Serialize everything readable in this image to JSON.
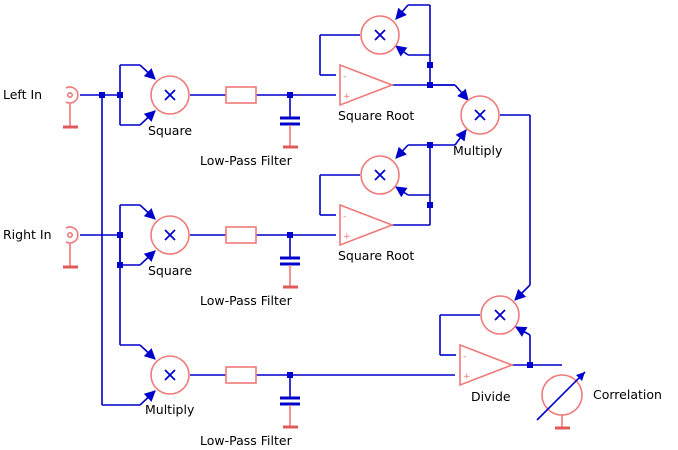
{
  "labels": {
    "left_in": "Left In",
    "right_in": "Right In",
    "square_1": "Square",
    "square_2": "Square",
    "multiply_1": "Multiply",
    "multiply_2": "Multiply",
    "lpf_1": "Low-Pass Filter",
    "lpf_2": "Low-Pass Filter",
    "lpf_3": "Low-Pass Filter",
    "sqrt_1": "Square Root",
    "sqrt_2": "Square Root",
    "divide": "Divide",
    "correlation": "Correlation"
  },
  "opamp_signs": {
    "minus": "-",
    "plus": "+"
  },
  "colors": {
    "wire": "#0000cc",
    "component": "#ef7a7a",
    "ground": "#e05a5a"
  }
}
